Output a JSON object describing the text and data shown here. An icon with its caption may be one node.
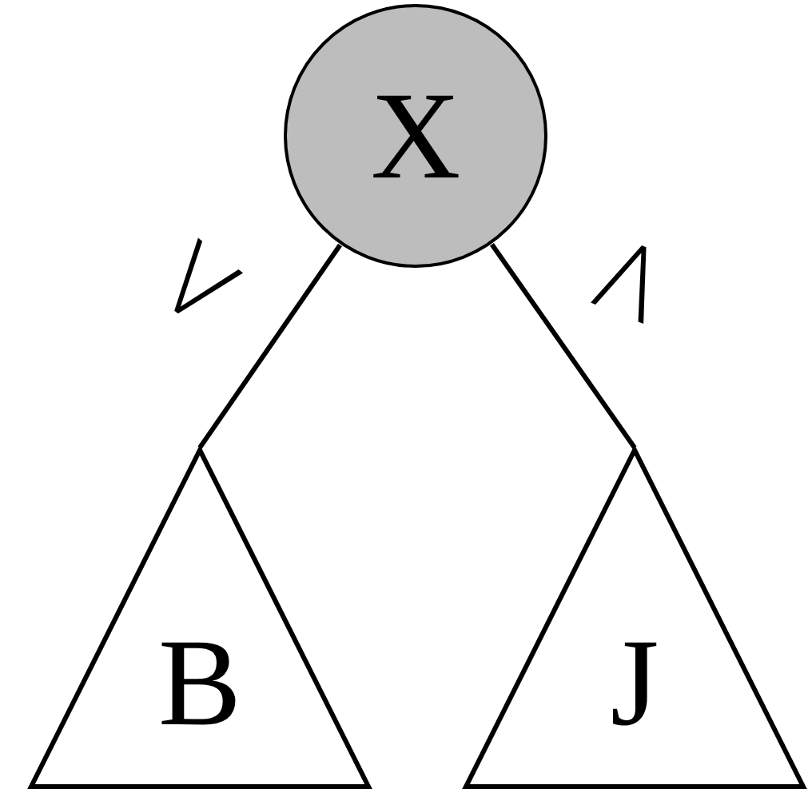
{
  "diagram": {
    "nodes": [
      {
        "text": [
          "X"
        ]
      },
      {
        "text": [
          "B"
        ]
      },
      {
        "text": [
          "J"
        ]
      }
    ],
    "edges": [
      {
        "from": 0,
        "to": 1,
        "arrow": "none"
      },
      {
        "from": 0,
        "to": 2,
        "arrow": "none"
      }
    ],
    "labels": [
      "<",
      ">"
    ]
  }
}
